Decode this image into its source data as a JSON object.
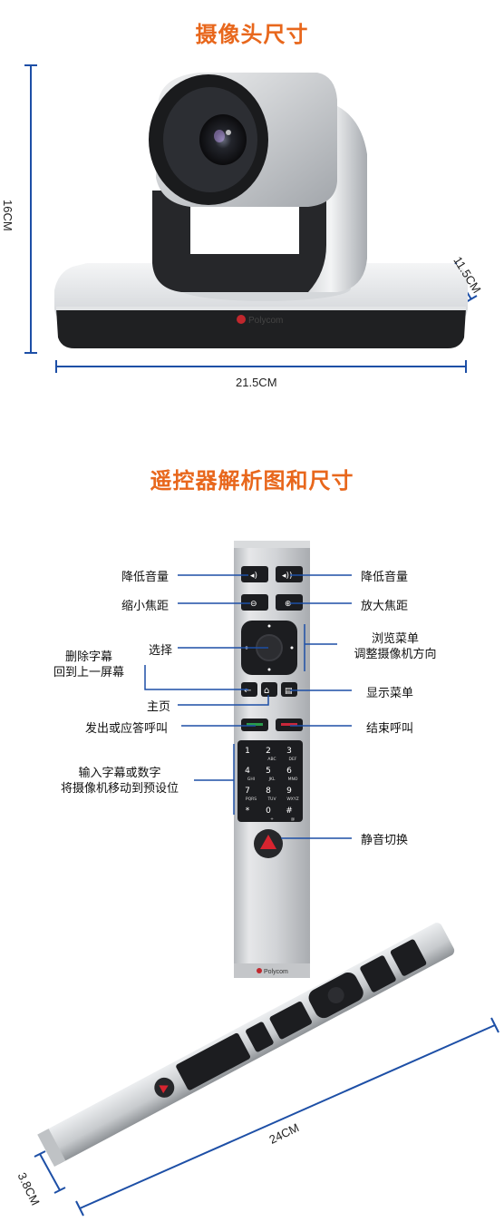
{
  "section1": {
    "title": "摄像头尺寸",
    "height_label": "16CM",
    "depth_label": "11.5CM",
    "width_label": "21.5CM",
    "brand": "Polycom"
  },
  "section2": {
    "title": "遥控器解析图和尺寸",
    "callouts": {
      "volume_left": "降低音量",
      "volume_right": "降低音量",
      "zoom_out": "缩小焦距",
      "zoom_in": "放大焦距",
      "select": "选择",
      "browse_line1": "浏览菜单",
      "browse_line2": "调整摄像机方向",
      "delete_line1": "删除字幕",
      "delete_line2": "回到上一屏幕",
      "show_menu": "显示菜单",
      "home": "主页",
      "call": "发出或应答呼叫",
      "end_call": "结束呼叫",
      "input_line1": "输入字幕或数字",
      "input_line2": "将摄像机移动到预设位",
      "mute": "静音切换"
    },
    "keypad": [
      {
        "num": "1",
        "sub": ""
      },
      {
        "num": "2",
        "sub": "ABC"
      },
      {
        "num": "3",
        "sub": "DEF"
      },
      {
        "num": "4",
        "sub": "GHI"
      },
      {
        "num": "5",
        "sub": "JKL"
      },
      {
        "num": "6",
        "sub": "MNO"
      },
      {
        "num": "7",
        "sub": "PQRS"
      },
      {
        "num": "8",
        "sub": "TUV"
      },
      {
        "num": "9",
        "sub": "WXYZ"
      },
      {
        "num": "*",
        "sub": ""
      },
      {
        "num": "0",
        "sub": "+"
      },
      {
        "num": "#",
        "sub": "@"
      }
    ],
    "remote_brand": "Polycom",
    "length_label": "24CM",
    "width_label": "3.8CM"
  }
}
